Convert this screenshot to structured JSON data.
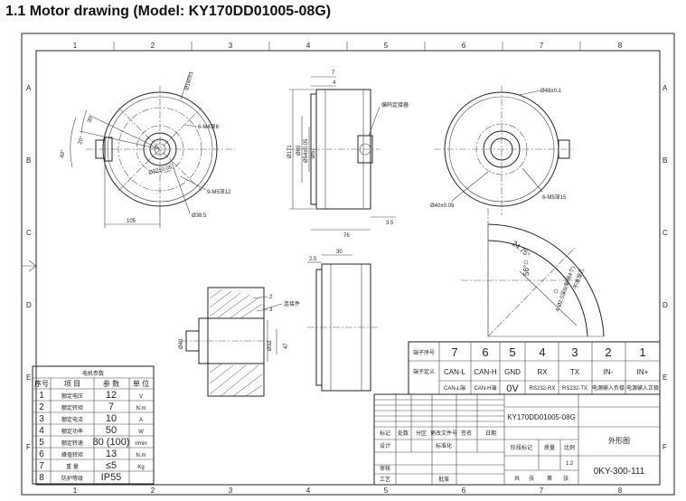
{
  "heading": "1.1 Motor drawing (Model: KY170DD01005-08G)",
  "border": {
    "columns": [
      "1",
      "2",
      "3",
      "4",
      "5",
      "6",
      "7",
      "8"
    ],
    "rows": [
      "A",
      "B",
      "C",
      "D",
      "E",
      "F"
    ]
  },
  "front_view": {
    "dims": [
      "Ø160±1",
      "6-M4深6",
      "40°",
      "20°",
      "30°",
      "Ø32±0.05",
      "9-M5深12",
      "Ø38.5",
      "105"
    ]
  },
  "side_view": {
    "dims": [
      "7",
      "4",
      "编码定接器",
      "Ø171",
      "Ø80",
      "Ø54±0.05",
      "Ø57",
      "76",
      "3.5"
    ]
  },
  "rear_view": {
    "dims": [
      "Ø48±0.1",
      "Ø40±0.05",
      "6-M5深15"
    ]
  },
  "detail_view": {
    "dims": [
      "24.75°",
      "56°",
      "4-Ø2.5深6(每侧4个)",
      "不准穿孔"
    ]
  },
  "section_view": {
    "dims": [
      "Ø40",
      "2",
      "3",
      "Ø32",
      "47",
      "连接件"
    ]
  },
  "mid_view": {
    "dims": [
      "30",
      "2.5"
    ]
  },
  "pin_table": {
    "row_labels": [
      "端子序号",
      "端子定义"
    ],
    "numbers": [
      "7",
      "6",
      "5",
      "4",
      "3",
      "2",
      "1"
    ],
    "defs": [
      "CAN-L",
      "CAN-H",
      "GND",
      "RX",
      "TX",
      "IN-",
      "IN+"
    ],
    "defs2": [
      "CAN-L端",
      "CAN-H端",
      "0V",
      "RS232-RX",
      "RS232-TX",
      "电源输入负极",
      "电源输入正极"
    ]
  },
  "spec_table": {
    "title": "电机参数",
    "headers": [
      "序号",
      "项 目",
      "参 数",
      "单 位"
    ],
    "rows": [
      [
        "1",
        "额定电压",
        "12",
        "V"
      ],
      [
        "2",
        "额定转矩",
        "7",
        "N.m"
      ],
      [
        "3",
        "额定电流",
        "10",
        "A"
      ],
      [
        "4",
        "额定功率",
        "50",
        "W"
      ],
      [
        "5",
        "额定转速",
        "80 (100)",
        "r/min"
      ],
      [
        "6",
        "峰值转矩",
        "13",
        "N.m"
      ],
      [
        "7",
        "重 量",
        "≤5",
        "Kg"
      ],
      [
        "8",
        "防护等级",
        "IP55",
        ""
      ]
    ]
  },
  "title_block": {
    "model": "KY170DD01005-08G",
    "name": "外形图",
    "drawing_no": "0KY-300-111",
    "scale": "1:2",
    "labels": [
      "标记",
      "处数",
      "分区",
      "更改文件号",
      "签名",
      "日期",
      "设计",
      "标准化",
      "审核",
      "工艺",
      "批准",
      "阶段标记",
      "质量",
      "比例",
      "共",
      "张",
      "第",
      "张"
    ]
  }
}
